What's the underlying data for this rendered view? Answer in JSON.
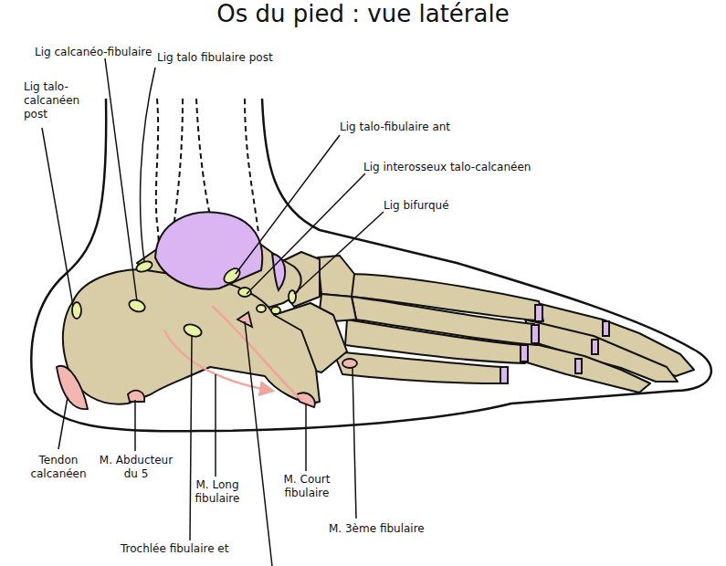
{
  "diagram": {
    "title": "Os du pied : vue latérale",
    "labels": [
      "Lig calcanéo-fibulaire",
      "Lig talo fibulaire post",
      "Lig talo-calcanéen post",
      "Lig talo-fibulaire ant",
      "Lig interosseux talo-calcanéen",
      "Lig bifurqué",
      "Tendon calcanéen",
      "M. Abducteur du 5",
      "M. Long fibulaire",
      "M. Court fibulaire",
      "M. 3ème fibulaire",
      "Trochlée fibulaire et"
    ]
  }
}
